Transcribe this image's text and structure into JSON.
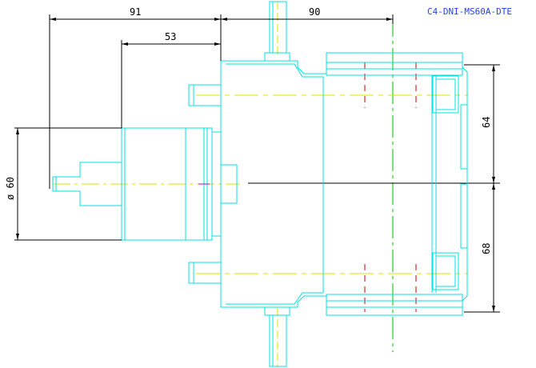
{
  "drawing_code": "C4-DNI-MS60A-DTE",
  "dimensions": {
    "overall_left": "91",
    "inner_left": "53",
    "overall_right": "90",
    "upper_half_height": "64",
    "lower_half_height": "68",
    "diameter": "ø 60"
  },
  "colors": {
    "outline": "#00e0e0",
    "centerline": "#e0e000",
    "hidden_line": "#d00000",
    "axis": "#00c000",
    "dimension": "#000000",
    "code_text": "#2040ff",
    "background": "#ffffff"
  }
}
